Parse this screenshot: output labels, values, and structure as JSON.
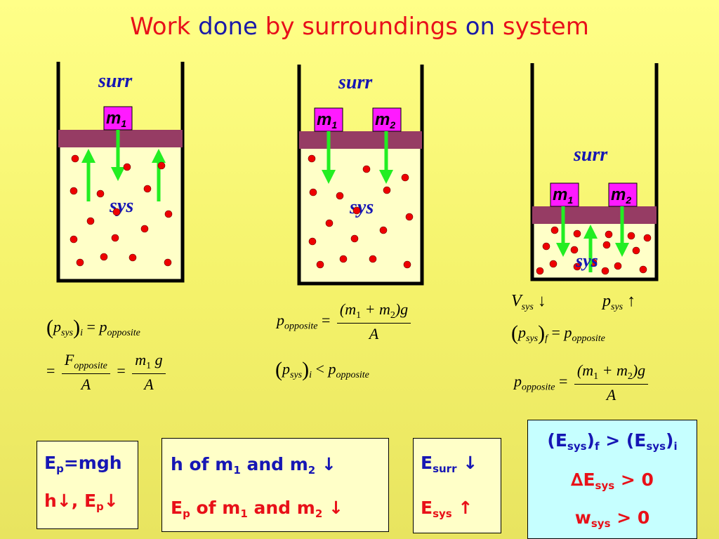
{
  "title": {
    "w1": "Work",
    "w2": "done",
    "w3": "by",
    "w4": "surroundings",
    "w5": "on",
    "w6": "system"
  },
  "labels": {
    "surr": "surr",
    "sys": "sys"
  },
  "masses": {
    "m": "m",
    "s1": "1",
    "s2": "2"
  },
  "colors": {
    "title_red": "#e8101a",
    "title_blue": "#1a1aa8",
    "piston": "#963c64",
    "mass": "#ff1aff",
    "arrow": "#22ee22",
    "molecule": "#ee0000",
    "gas_fill": "#ffffc8",
    "label_blue": "#1616b4"
  },
  "panel1": {
    "line1": {
      "p": "p",
      "sys": "sys",
      "i": "i",
      "eq": "=",
      "popp": "p",
      "opp": "opposite"
    },
    "line2": {
      "eq1": "=",
      "F": "F",
      "opp": "opposite",
      "A": "A",
      "eq2": "=",
      "m1": "m",
      "one": "1",
      "g": "g",
      "A2": "A"
    }
  },
  "panel2": {
    "line1": {
      "p": "p",
      "opp": "opposite",
      "eq": "=",
      "num": "(m",
      "one": "1",
      "plus": " + m",
      "two": "2",
      "close": ")g",
      "A": "A"
    },
    "line2": {
      "p": "p",
      "sys": "sys",
      "i": "i",
      "lt": "<",
      "popp": "p",
      "opp": "opposite"
    }
  },
  "panel3": {
    "vsys": {
      "V": "V",
      "sys": "sys",
      "arrow": "↓"
    },
    "psys": {
      "p": "p",
      "sys": "sys",
      "arrow": "↑"
    },
    "line2": {
      "p": "p",
      "sys": "sys",
      "f": "f",
      "eq": "=",
      "popp": "p",
      "opp": "opposite"
    },
    "line3": {
      "p": "p",
      "opp": "opposite",
      "eq": "=",
      "num": "(m",
      "one": "1",
      "plus": " + m",
      "two": "2",
      "close": ")g",
      "A": "A"
    }
  },
  "boxes": {
    "b1": {
      "l1a": "E",
      "l1s": "p",
      "l1b": "=mgh",
      "l2a": "h↓, E",
      "l2s": "p",
      "l2b": "↓"
    },
    "b2": {
      "l1a": "h of m",
      "l1s1": "1",
      "l1b": " and m",
      "l1s2": "2",
      "l1c": " ↓",
      "l2a": "E",
      "l2s": "p",
      "l2b": " of m",
      "l2s1": "1",
      "l2c": " and m",
      "l2s2": "2",
      "l2d": " ↓"
    },
    "b3": {
      "l1a": "E",
      "l1s": "surr",
      "l1b": " ↓",
      "l2a": "E",
      "l2s": "sys",
      "l2b": " ↑"
    },
    "b4": {
      "l1a": "(E",
      "l1s1": "sys",
      "l1b": ")",
      "l1s2": "f",
      "l1c": " > (E",
      "l1s3": "sys",
      "l1d": ")",
      "l1s4": "i",
      "l2a": "∆",
      "l2b": "E",
      "l2s": "sys",
      "l2c": " > 0",
      "l3a": "w",
      "l3s": "sys",
      "l3b": " > 0"
    }
  }
}
